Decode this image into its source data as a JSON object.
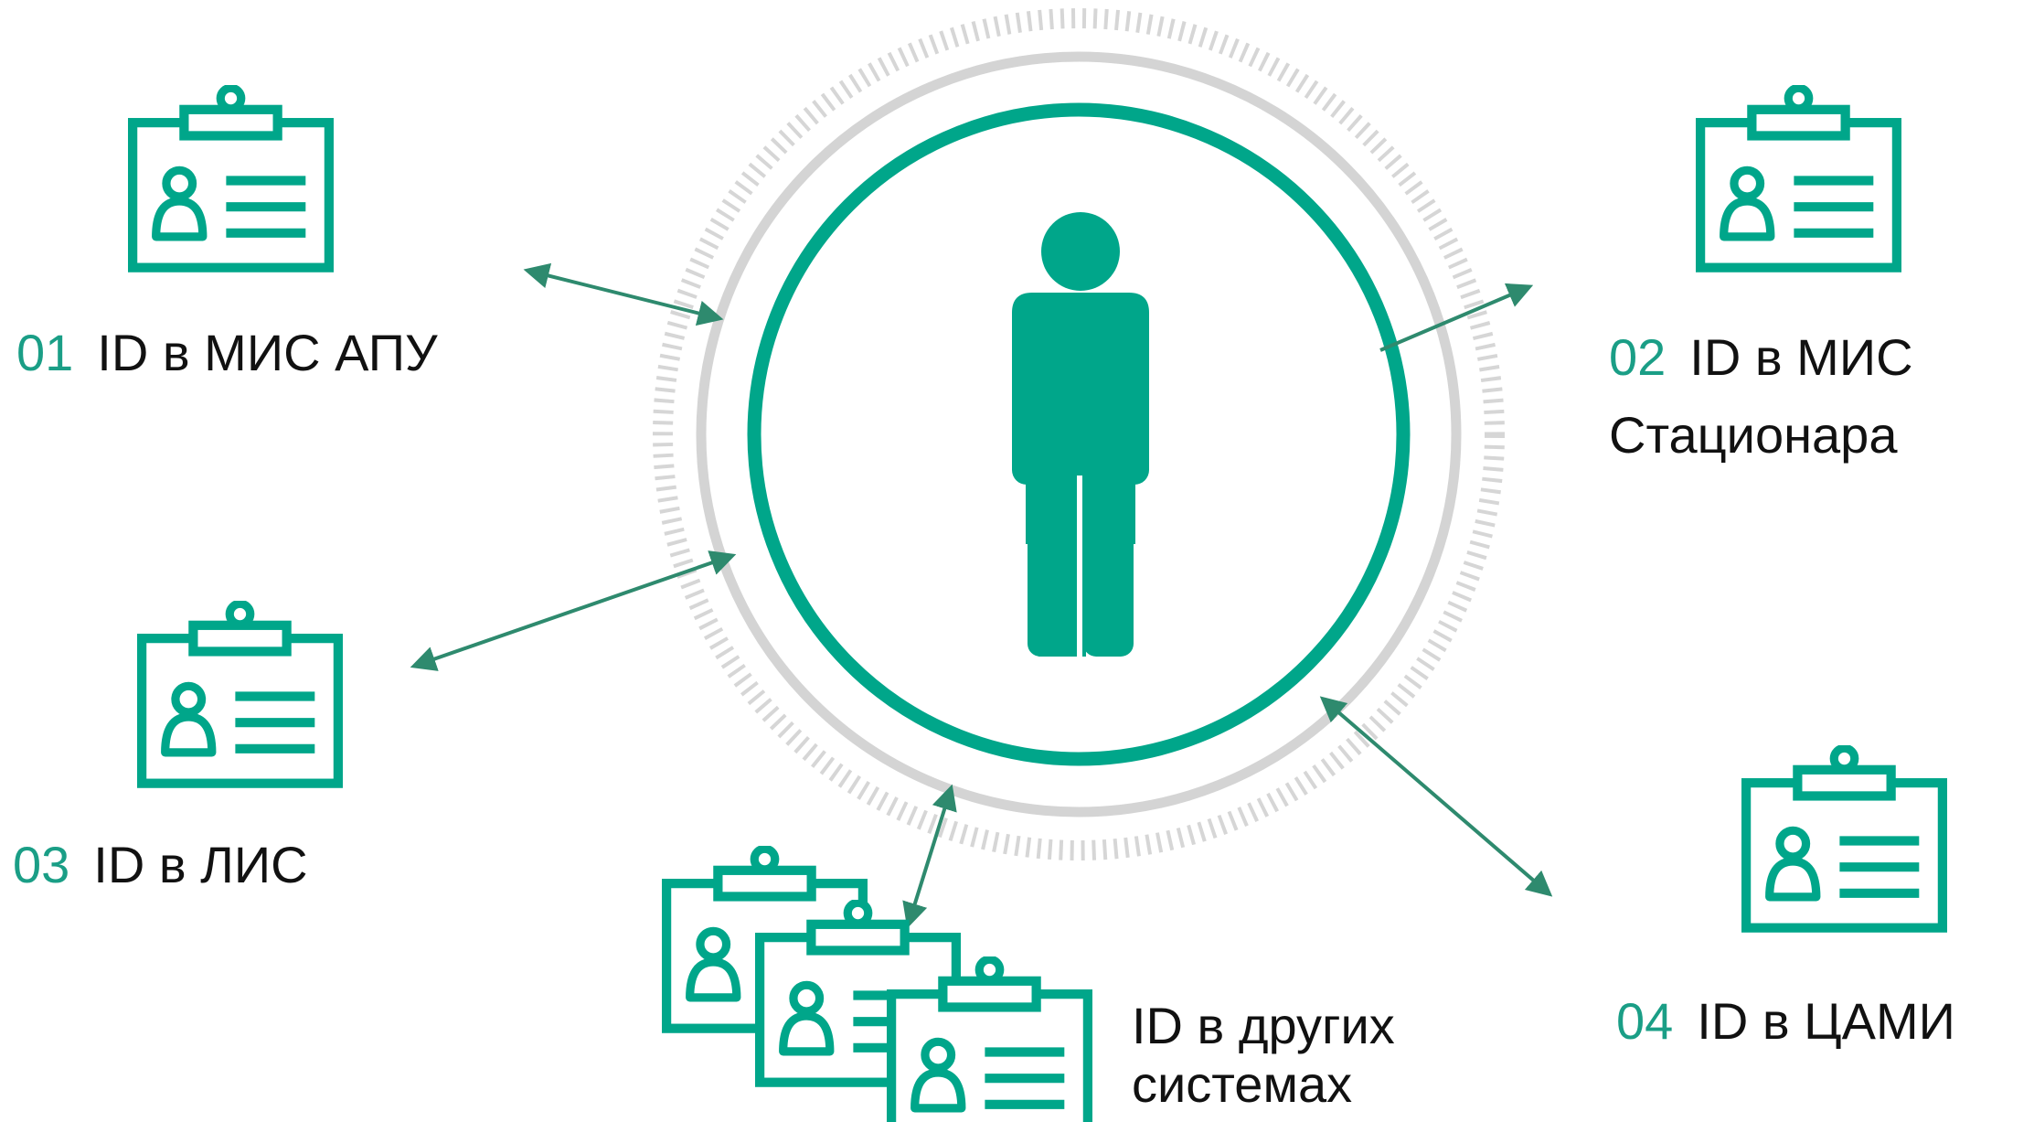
{
  "colors": {
    "accent": "#00a68a",
    "accent_text": "#1a9e86",
    "arrow": "#2e8a6e",
    "ring": "#d6d6d6",
    "text": "#111111"
  },
  "center": {
    "icon": "person-icon"
  },
  "systems": [
    {
      "number": "01",
      "line1": "ID в МИС АПУ",
      "line2": "",
      "icon": "id-badge-icon"
    },
    {
      "number": "02",
      "line1": "ID в МИС",
      "line2": "Стационара",
      "icon": "id-badge-icon"
    },
    {
      "number": "03",
      "line1": "ID в ЛИС",
      "line2": "",
      "icon": "id-badge-icon"
    },
    {
      "number": "04",
      "line1": "ID в ЦАМИ",
      "line2": "",
      "icon": "id-badge-icon"
    },
    {
      "number": "",
      "line1": "ID в других",
      "line2": "системах",
      "icon": "id-badge-stack-icon"
    }
  ]
}
